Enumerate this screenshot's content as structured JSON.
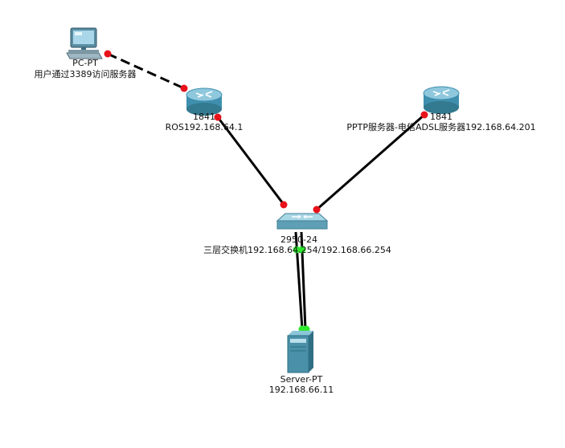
{
  "nodes": {
    "pc": {
      "model": "PC-PT",
      "description": "用户通过3389访问服务器",
      "icon": "desktop-pc-icon"
    },
    "router_ros": {
      "model": "1841",
      "description": "ROS192.168.64.1",
      "icon": "router-icon"
    },
    "router_pptp": {
      "model": "1841",
      "description": "PPTP服务器-电信ADSL服务器192.168.64.201",
      "icon": "router-icon"
    },
    "switch": {
      "model": "2950-24",
      "description": "三层交换机192.168.64.254/192.168.66.254",
      "icon": "switch-icon"
    },
    "server": {
      "model": "Server-PT",
      "description": "192.168.66.11",
      "icon": "server-tower-icon"
    }
  },
  "links": [
    {
      "from": "pc",
      "to": "router_ros",
      "style": "dashed",
      "status": "down"
    },
    {
      "from": "router_ros",
      "to": "switch",
      "style": "solid",
      "status": "down"
    },
    {
      "from": "router_pptp",
      "to": "switch",
      "style": "solid",
      "status": "down"
    },
    {
      "from": "switch",
      "to": "server",
      "style": "solid",
      "status": "up"
    },
    {
      "from": "switch",
      "to": "server",
      "style": "solid",
      "status": "up"
    }
  ],
  "colors": {
    "link_line": "#000000",
    "status_down": "#e8121b",
    "status_up": "#2ee82e",
    "router_body": "#3f8fae",
    "switch_body": "#5e9fb6",
    "server_body": "#4a90a8"
  }
}
